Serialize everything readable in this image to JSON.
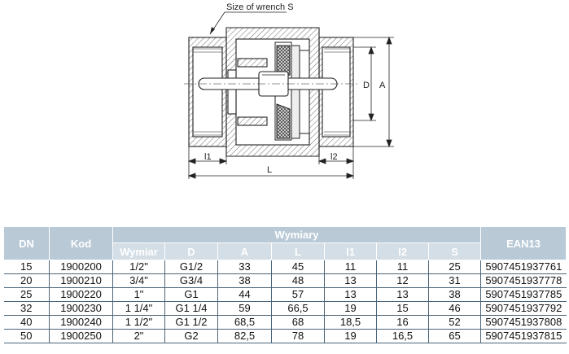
{
  "drawing": {
    "wrench_label": "Size of wrench S",
    "dim_D": "D",
    "dim_A": "A",
    "dim_L": "L",
    "dim_l1": "l1",
    "dim_l2": "l2"
  },
  "table": {
    "headers": {
      "dn": "DN",
      "kod": "Kod",
      "wymiary": "Wymiary",
      "ean": "EAN13",
      "wymiar": "Wymiar",
      "d": "D",
      "a": "A",
      "l": "L",
      "l1": "l1",
      "l2": "l2",
      "s": "S"
    },
    "rows": [
      {
        "dn": "15",
        "kod": "1900200",
        "wymiar": "1/2\"",
        "d": "G1/2",
        "a": "33",
        "l": "45",
        "l1": "11",
        "l2": "11",
        "s": "25",
        "ean": "5907451937761"
      },
      {
        "dn": "20",
        "kod": "1900210",
        "wymiar": "3/4\"",
        "d": "G3/4",
        "a": "38",
        "l": "48",
        "l1": "13",
        "l2": "12",
        "s": "31",
        "ean": "5907451937778"
      },
      {
        "dn": "25",
        "kod": "1900220",
        "wymiar": "1\"",
        "d": "G1",
        "a": "44",
        "l": "57",
        "l1": "13",
        "l2": "13",
        "s": "38",
        "ean": "5907451937785"
      },
      {
        "dn": "32",
        "kod": "1900230",
        "wymiar": "1 1/4\"",
        "d": "G1 1/4",
        "a": "59",
        "l": "66,5",
        "l1": "19",
        "l2": "15",
        "s": "46",
        "ean": "5907451937792"
      },
      {
        "dn": "40",
        "kod": "1900240",
        "wymiar": "1 1/2\"",
        "d": "G1 1/2",
        "a": "68,5",
        "l": "68",
        "l1": "18,5",
        "l2": "16",
        "s": "52",
        "ean": "5907451937808"
      },
      {
        "dn": "50",
        "kod": "1900250",
        "wymiar": "2\"",
        "d": "G2",
        "a": "82,5",
        "l": "78",
        "l1": "19",
        "l2": "16,5",
        "s": "65",
        "ean": "5907451937815"
      }
    ]
  }
}
